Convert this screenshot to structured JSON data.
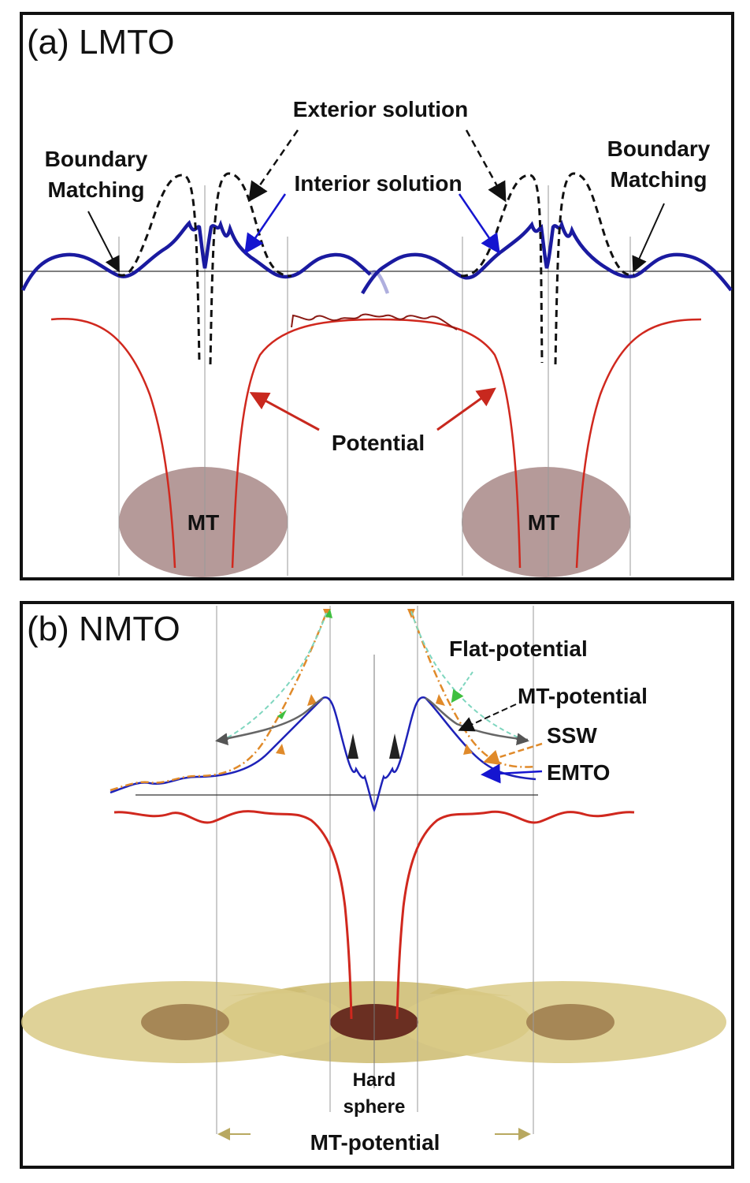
{
  "panel_a": {
    "tag": "(a)",
    "title": "LMTO",
    "labels": {
      "exterior": "Exterior solution",
      "interior": "Interior solution",
      "boundary_left_1": "Boundary",
      "boundary_left_2": "Matching",
      "boundary_right_1": "Boundary",
      "boundary_right_2": "Matching",
      "potential": "Potential",
      "mt_left": "MT",
      "mt_right": "MT"
    }
  },
  "panel_b": {
    "tag": "(b)",
    "title": "NMTO",
    "labels": {
      "flat_potential": "Flat-potential",
      "mt_potential_curve": "MT-potential",
      "ssw": "SSW",
      "emto": "EMTO",
      "hard_1": "Hard",
      "hard_2": "sphere",
      "mt_potential_range": "MT-potential"
    }
  },
  "colors": {
    "interior": "#1a1aa0",
    "exterior": "#111111",
    "potential": "#d0281e",
    "mt_sphere": "#b59a99",
    "flat": "#7fd6bf",
    "mt_curve": "#666666",
    "ssw": "#e08a2a",
    "emto": "#1e22b8",
    "sphere_outer": "#d2c27e",
    "sphere_inner": "#9b7a45",
    "hard_sphere": "#6a2f22"
  }
}
